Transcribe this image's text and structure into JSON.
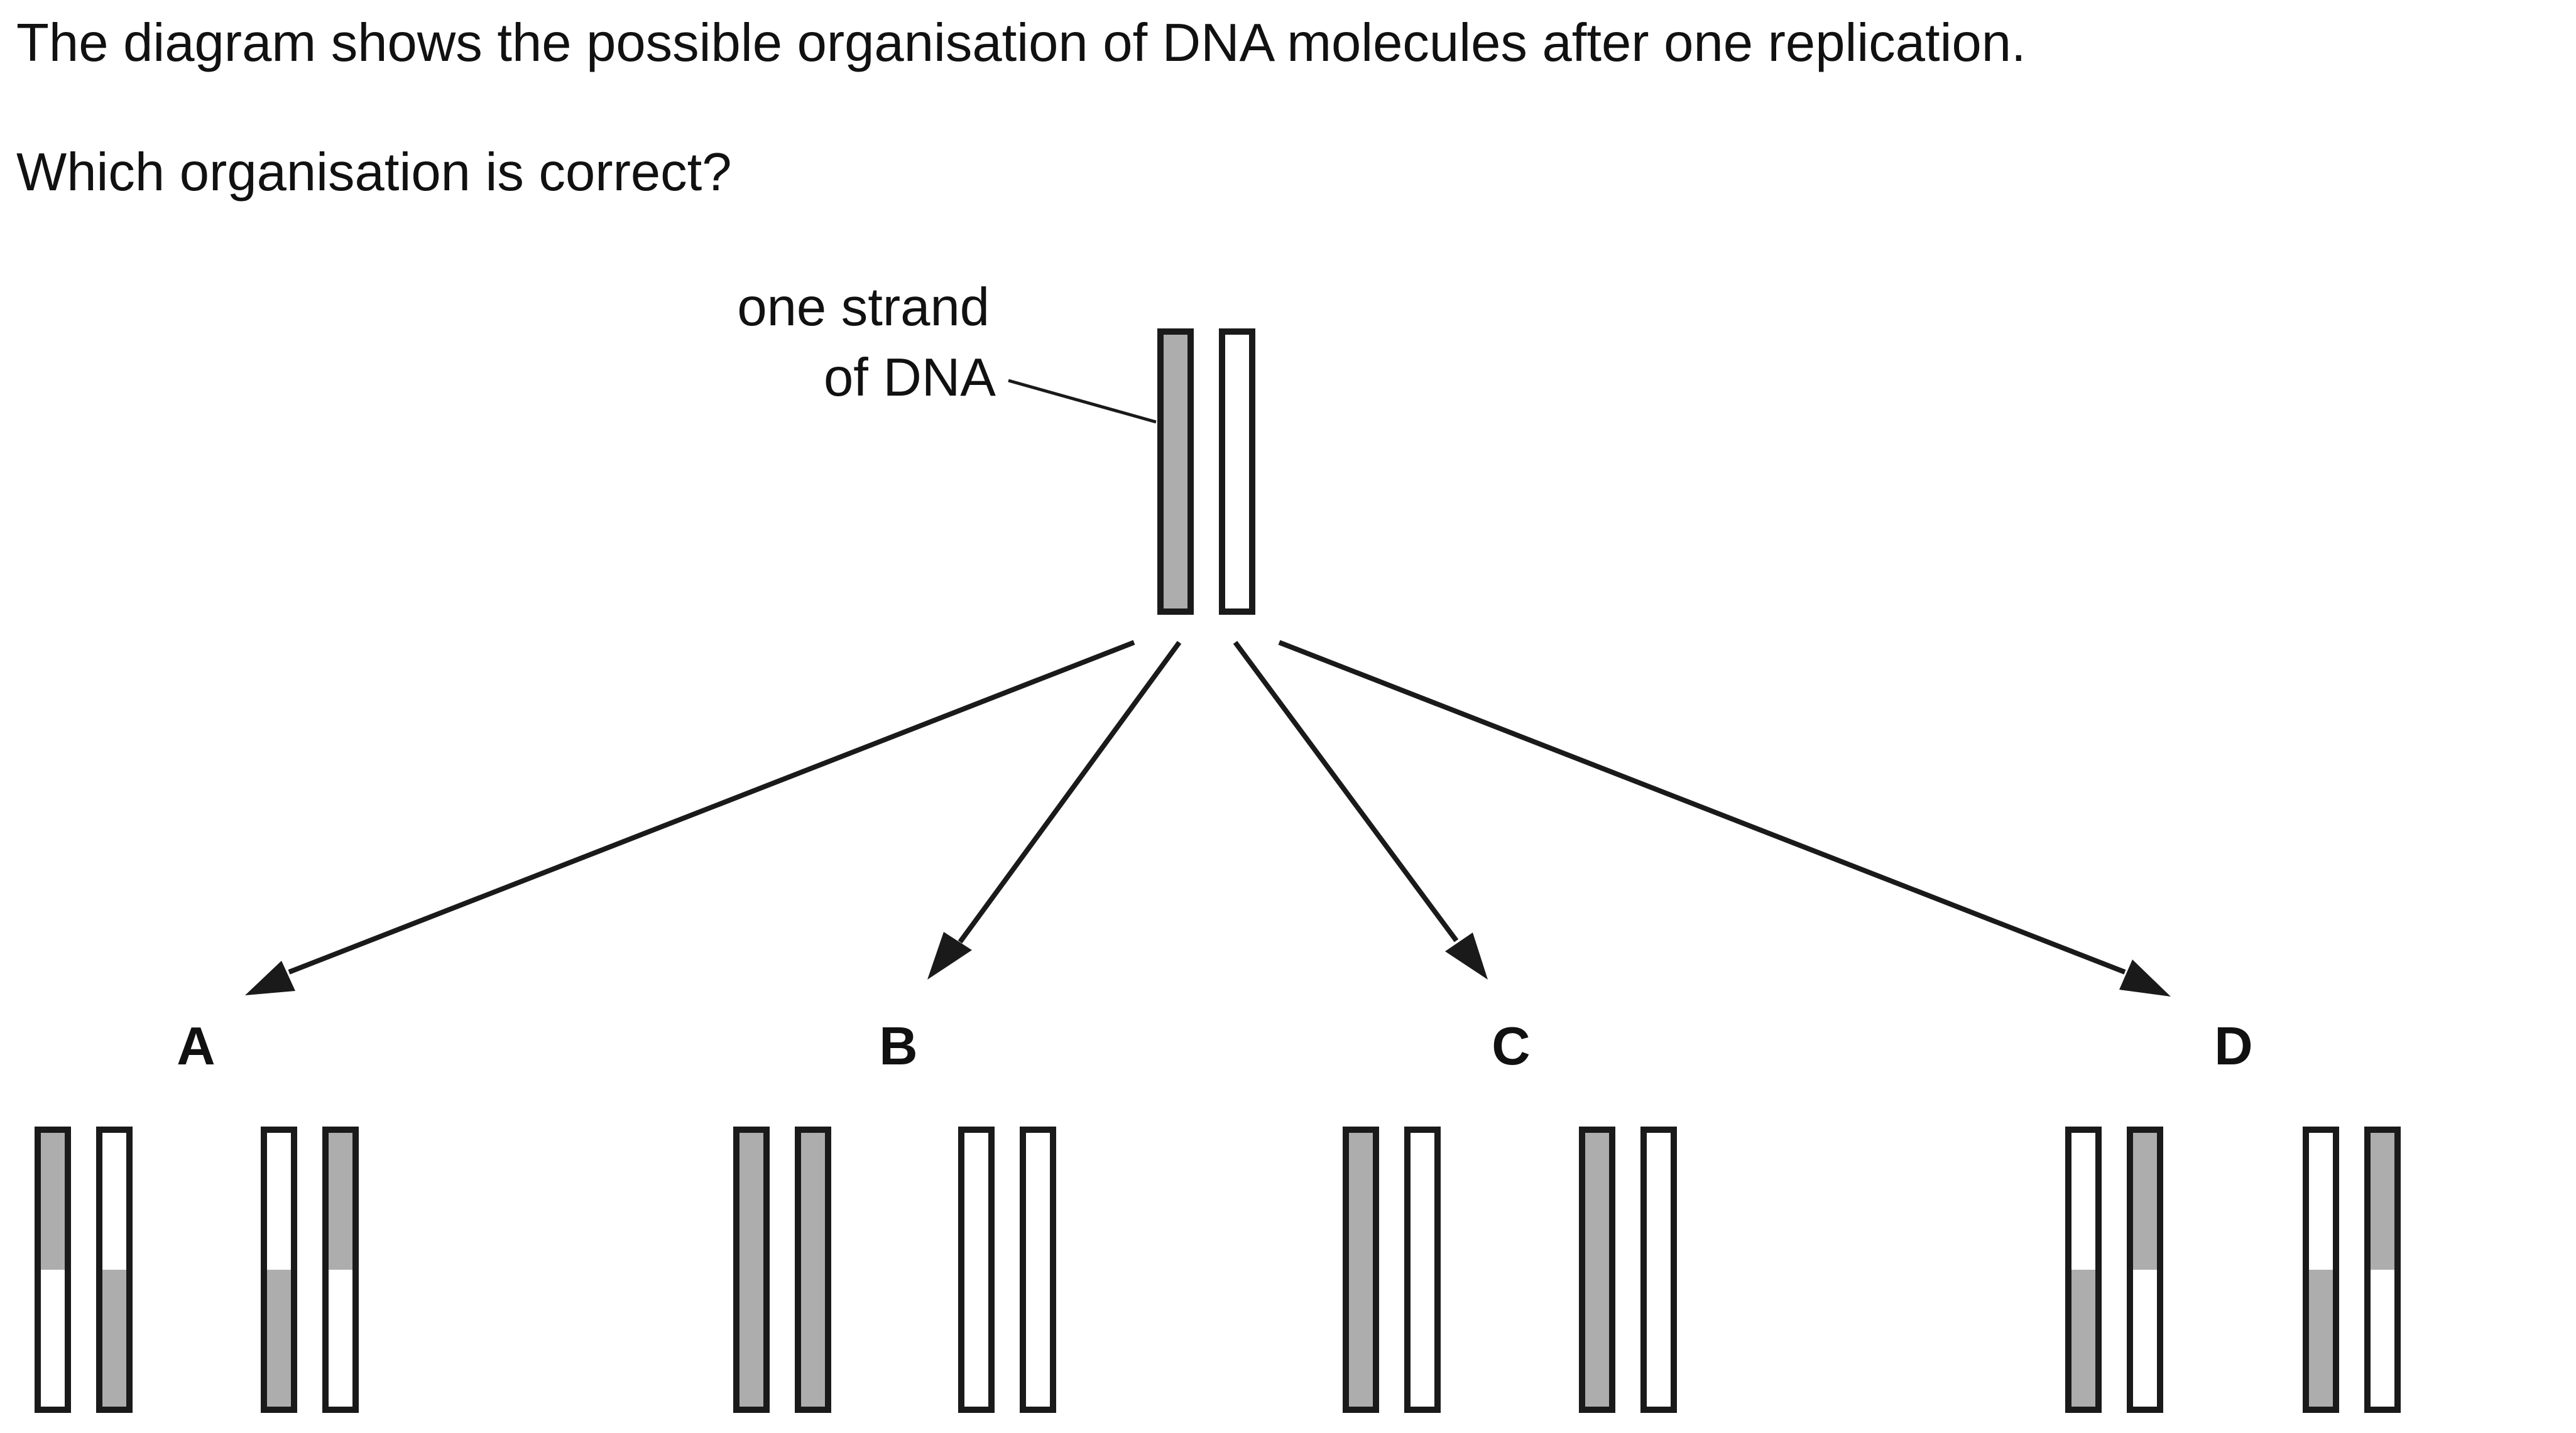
{
  "question": {
    "intro": "The diagram shows the possible organisation of DNA molecules after one replication.",
    "ask": "Which organisation is correct?"
  },
  "diagram": {
    "strand_label": {
      "line1": "one strand",
      "line2": "of DNA"
    },
    "parent_strands": [
      {
        "top": "dark",
        "bottom": "dark"
      },
      {
        "top": "light",
        "bottom": "light"
      }
    ],
    "options": [
      {
        "letter": "A",
        "molecules": [
          [
            {
              "top": "dark",
              "bottom": "light"
            },
            {
              "top": "light",
              "bottom": "dark"
            }
          ],
          [
            {
              "top": "light",
              "bottom": "dark"
            },
            {
              "top": "dark",
              "bottom": "light"
            }
          ]
        ]
      },
      {
        "letter": "B",
        "molecules": [
          [
            {
              "top": "dark",
              "bottom": "dark"
            },
            {
              "top": "dark",
              "bottom": "dark"
            }
          ],
          [
            {
              "top": "light",
              "bottom": "light"
            },
            {
              "top": "light",
              "bottom": "light"
            }
          ]
        ]
      },
      {
        "letter": "C",
        "molecules": [
          [
            {
              "top": "dark",
              "bottom": "dark"
            },
            {
              "top": "light",
              "bottom": "light"
            }
          ],
          [
            {
              "top": "dark",
              "bottom": "dark"
            },
            {
              "top": "light",
              "bottom": "light"
            }
          ]
        ]
      },
      {
        "letter": "D",
        "molecules": [
          [
            {
              "top": "light",
              "bottom": "dark"
            },
            {
              "top": "dark",
              "bottom": "light"
            }
          ],
          [
            {
              "top": "light",
              "bottom": "dark"
            },
            {
              "top": "dark",
              "bottom": "light"
            }
          ]
        ]
      }
    ]
  },
  "colors": {
    "dark_strand": "#adadad",
    "light_strand": "#ffffff",
    "outline": "#1a1a1a",
    "text": "#111111"
  }
}
